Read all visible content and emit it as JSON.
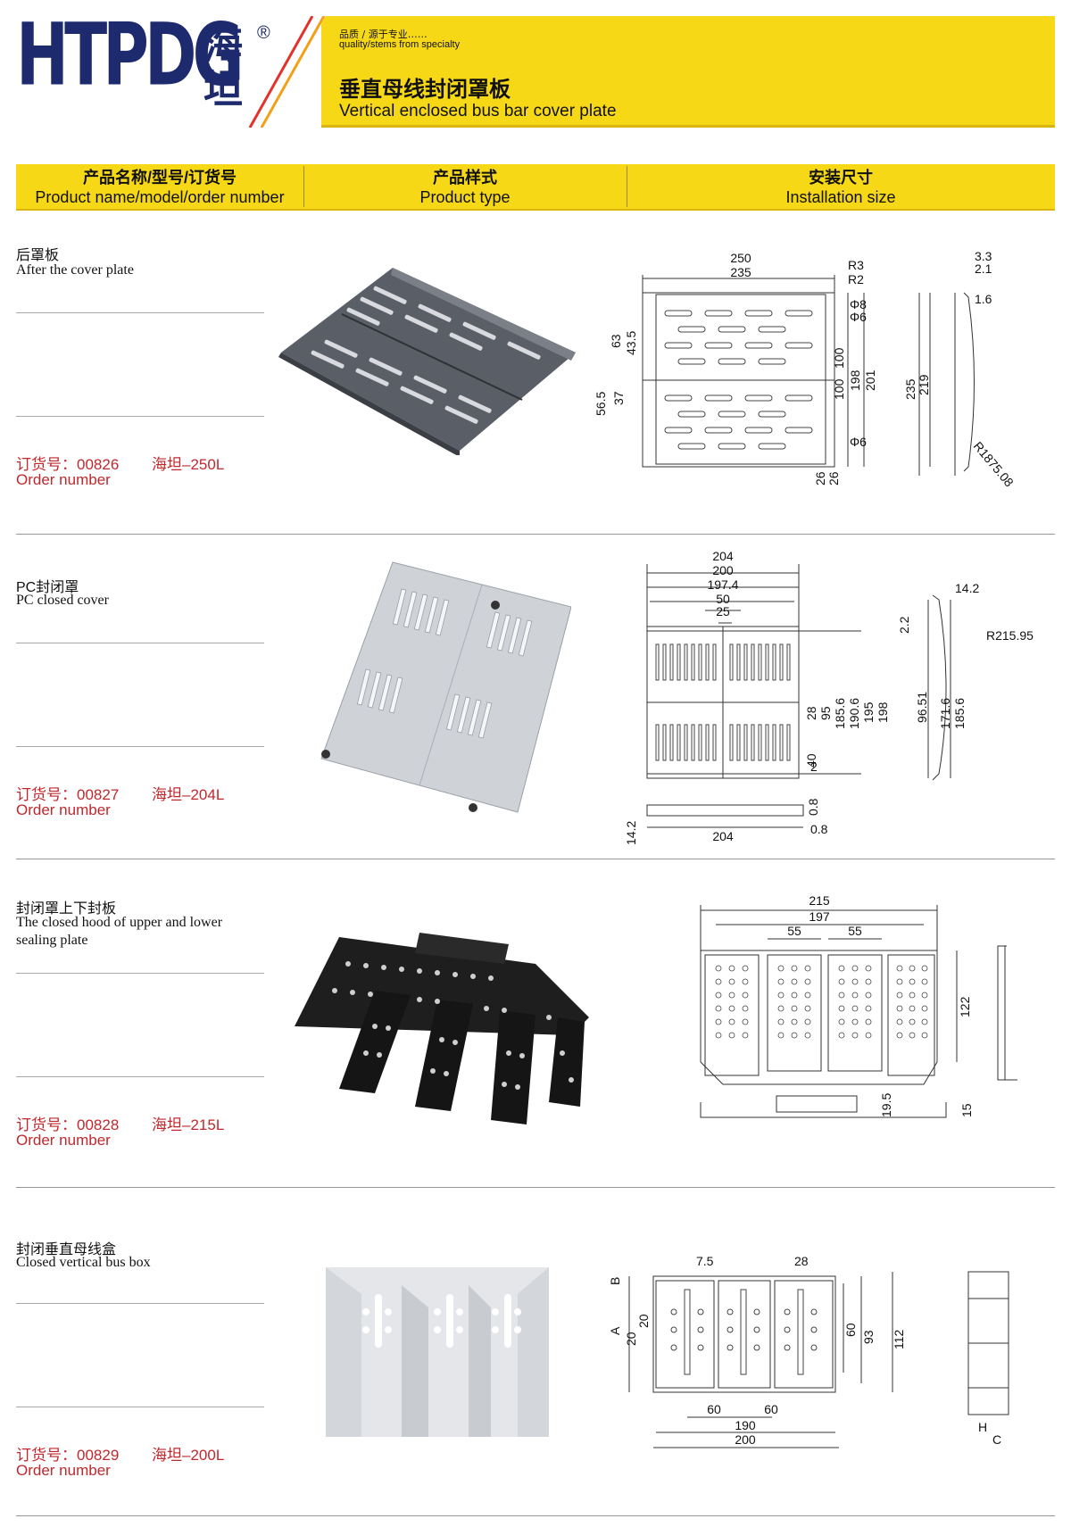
{
  "header": {
    "logo": "HTPDG",
    "logo_cn": "海坦",
    "reg": "®",
    "slogan_cn": "品质 / 源于专业……",
    "slogan_en": "quality/stems from specialty",
    "title_cn": "垂直母线封闭罩板",
    "title_en": "Vertical enclosed bus bar cover plate"
  },
  "table_header": [
    {
      "cn": "产品名称/型号/订货号",
      "en": "Product name/model/order number"
    },
    {
      "cn": "产品样式",
      "en": "Product type"
    },
    {
      "cn": "安装尺寸",
      "en": "Installation size"
    }
  ],
  "order_label_en": "Order number",
  "products": [
    {
      "name_cn": "后罩板",
      "name_en": "After the cover plate",
      "order_cn": "订货号：00826",
      "model": "海坦–250L",
      "dims": [
        "250",
        "235",
        "R3",
        "R2",
        "Φ8",
        "Φ6",
        "63",
        "43.5",
        "56.5",
        "37",
        "100",
        "100",
        "198",
        "201",
        "Φ6",
        "26",
        "26",
        "3.3",
        "2.1",
        "1.6",
        "235",
        "219",
        "R1875.08"
      ]
    },
    {
      "name_cn": "PC封闭罩",
      "name_en": "PC closed cover",
      "order_cn": "订货号：00827",
      "model": "海坦–204L",
      "dims": [
        "204",
        "200",
        "197.4",
        "50",
        "25",
        "28",
        "95",
        "185.6",
        "190.6",
        "195",
        "198",
        "40",
        "2",
        "0.8",
        "0.8",
        "204",
        "14.2",
        "14.2",
        "2.2",
        "R215.95",
        "96.51",
        "171.6",
        "185.6"
      ]
    },
    {
      "name_cn": "封闭罩上下封板",
      "name_en": "The closed hood of upper and lower sealing plate",
      "order_cn": "订货号：00828",
      "model": "海坦–215L",
      "dims": [
        "215",
        "197",
        "55",
        "55",
        "122",
        "19.5",
        "15"
      ]
    },
    {
      "name_cn": "封闭垂直母线盒",
      "name_en": "Closed vertical bus box",
      "order_cn": "订货号：00829",
      "model": "海坦–200L",
      "dims": [
        "7.5",
        "28",
        "B",
        "A",
        "20",
        "20",
        "60",
        "93",
        "112",
        "60",
        "60",
        "190",
        "200",
        "H",
        "C"
      ]
    }
  ]
}
